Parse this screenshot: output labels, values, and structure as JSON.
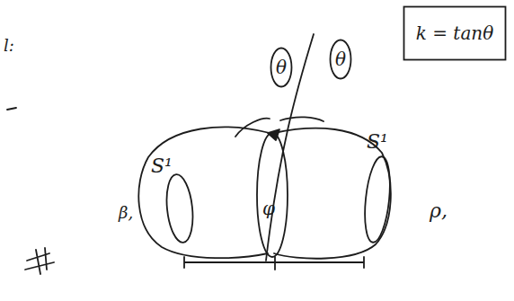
{
  "diagram": {
    "nodes": [
      {
        "text": [
          "k = tanθ"
        ]
      },
      {
        "text": [
          "θ"
        ]
      },
      {
        "text": [
          "θ"
        ]
      }
    ],
    "labels": [
      "l:",
      "S¹",
      "S¹",
      "β,",
      "ρ,",
      "φ"
    ]
  }
}
